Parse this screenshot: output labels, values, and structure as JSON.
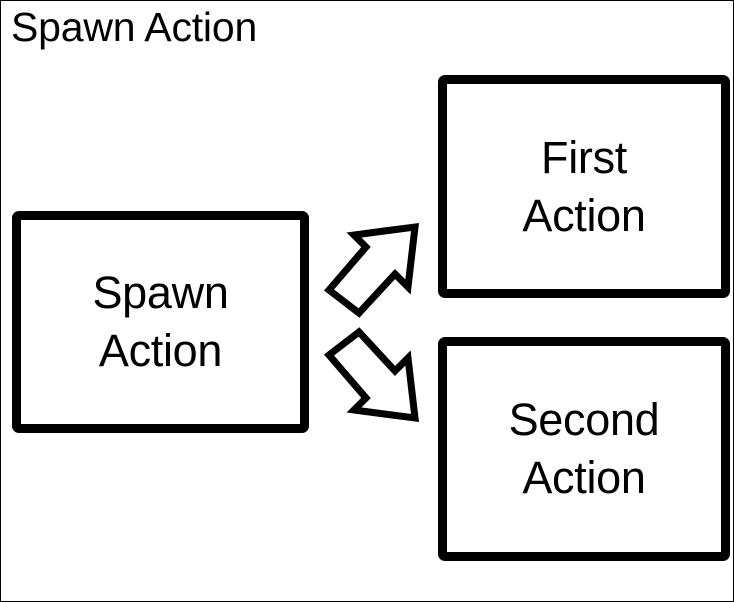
{
  "diagram": {
    "title": "Spawn Action",
    "background_color": "#ffffff",
    "stroke_color": "#000000",
    "frame_border_color": "#000000",
    "nodes": [
      {
        "id": "spawn",
        "label": "Spawn\nAction",
        "line1": "Spawn",
        "line2": "Action",
        "role": "source"
      },
      {
        "id": "first",
        "label": "First\nAction",
        "line1": "First",
        "line2": "Action",
        "role": "target"
      },
      {
        "id": "second",
        "label": "Second\nAction",
        "line1": "Second",
        "line2": "Action",
        "role": "target"
      }
    ],
    "connectors": [
      {
        "id": "arrow-up",
        "icon": "block-arrow-up-right-icon",
        "from": "spawn",
        "to": "first",
        "direction": "up-right"
      },
      {
        "id": "arrow-down",
        "icon": "block-arrow-down-right-icon",
        "from": "spawn",
        "to": "second",
        "direction": "down-right"
      }
    ]
  }
}
